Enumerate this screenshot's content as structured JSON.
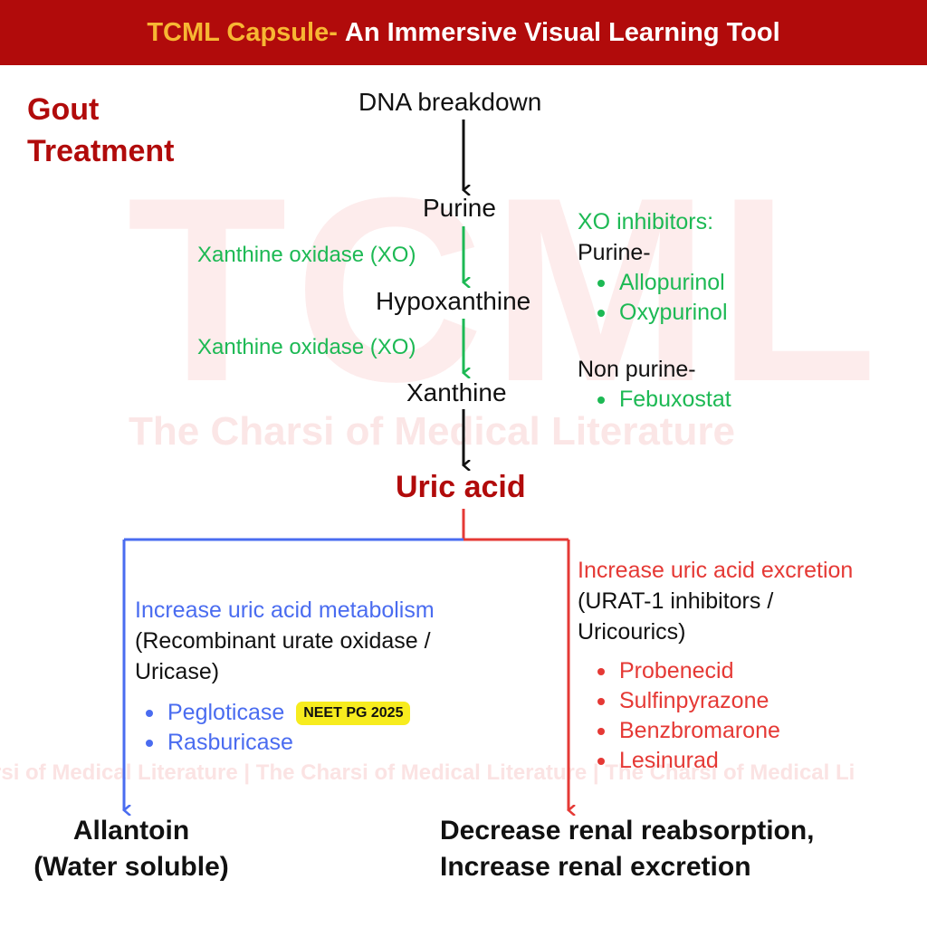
{
  "header": {
    "brand": "TCML Capsule-",
    "tagline": "An Immersive Visual Learning Tool"
  },
  "watermark": {
    "big": "TCML",
    "sub": "The Charsi of Medical Literature",
    "line": "rsi of Medical Literature | The Charsi of Medical Literature | The Charsi of Medical Li"
  },
  "topic": "Gout Treatment",
  "pathway": {
    "dna": "DNA breakdown",
    "purine": "Purine",
    "enzyme1": "Xanthine oxidase (XO)",
    "hypoxanthine": "Hypoxanthine",
    "enzyme2": "Xanthine oxidase (XO)",
    "xanthine": "Xanthine",
    "uric_acid": "Uric acid"
  },
  "xo_inhibitors": {
    "title": "XO inhibitors:",
    "purine_label": "Purine-",
    "purine_drugs": [
      "Allopurinol",
      "Oxypurinol"
    ],
    "nonpurine_label": "Non purine-",
    "nonpurine_drugs": [
      "Febuxostat"
    ]
  },
  "metabolism": {
    "title": "Increase uric acid metabolism",
    "desc": "(Recombinant urate oxidase / Uricase)",
    "drugs": [
      "Pegloticase",
      "Rasburicase"
    ],
    "badge": "NEET PG 2025",
    "outcome_line1": "Allantoin",
    "outcome_line2": "(Water soluble)"
  },
  "excretion": {
    "title": "Increase uric acid excretion",
    "desc_line1": "(URAT-1 inhibitors /",
    "desc_line2": "Uricourics)",
    "drugs": [
      "Probenecid",
      "Sulfinpyrazone",
      "Benzbromarone",
      "Lesinurad"
    ],
    "outcome_line1": "Decrease renal reabsorption,",
    "outcome_line2": "Increase renal excretion"
  },
  "colors": {
    "banner_bg": "#b10b0b",
    "brand": "#f7b733",
    "green": "#1db954",
    "blue": "#4a6cf0",
    "red": "#e53935",
    "dark_red": "#b10b0b"
  }
}
